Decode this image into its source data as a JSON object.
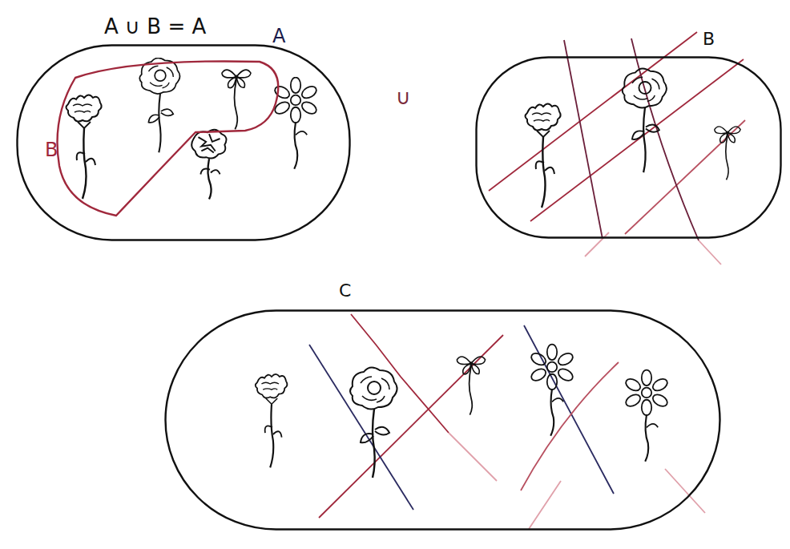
{
  "diagram": {
    "title": "A ∪ B = A",
    "nodes": [
      {
        "text": [
          "A"
        ]
      },
      {
        "text": [
          "B"
        ],
        "in": 0
      },
      {
        "text": [
          "B"
        ]
      },
      {
        "text": [
          "C"
        ]
      }
    ],
    "labels": [
      "∪"
    ]
  }
}
